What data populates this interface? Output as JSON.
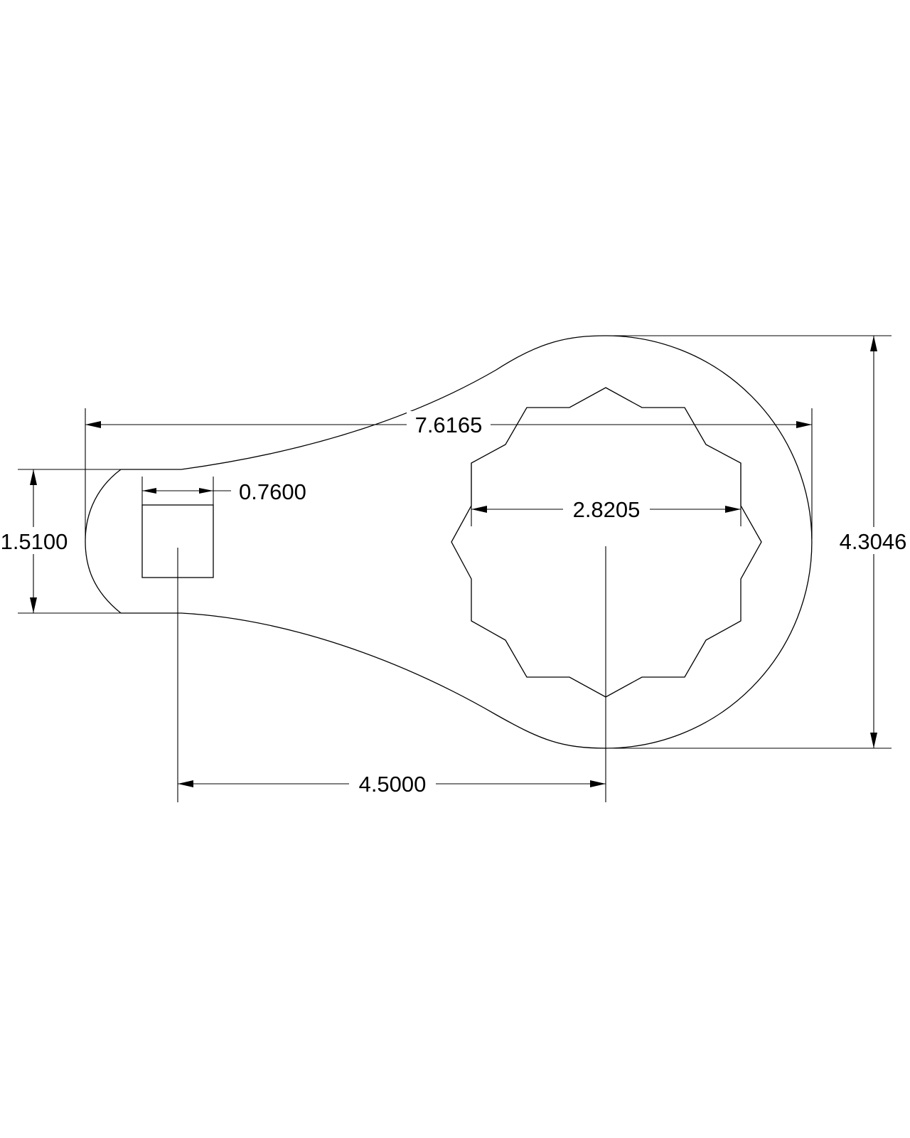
{
  "dimensions": {
    "overall_length": "7.6165",
    "overall_height": "4.3046",
    "handle_width": "1.5100",
    "slot_width": "0.7600",
    "socket_across": "2.8205",
    "center_distance": "4.5000"
  }
}
